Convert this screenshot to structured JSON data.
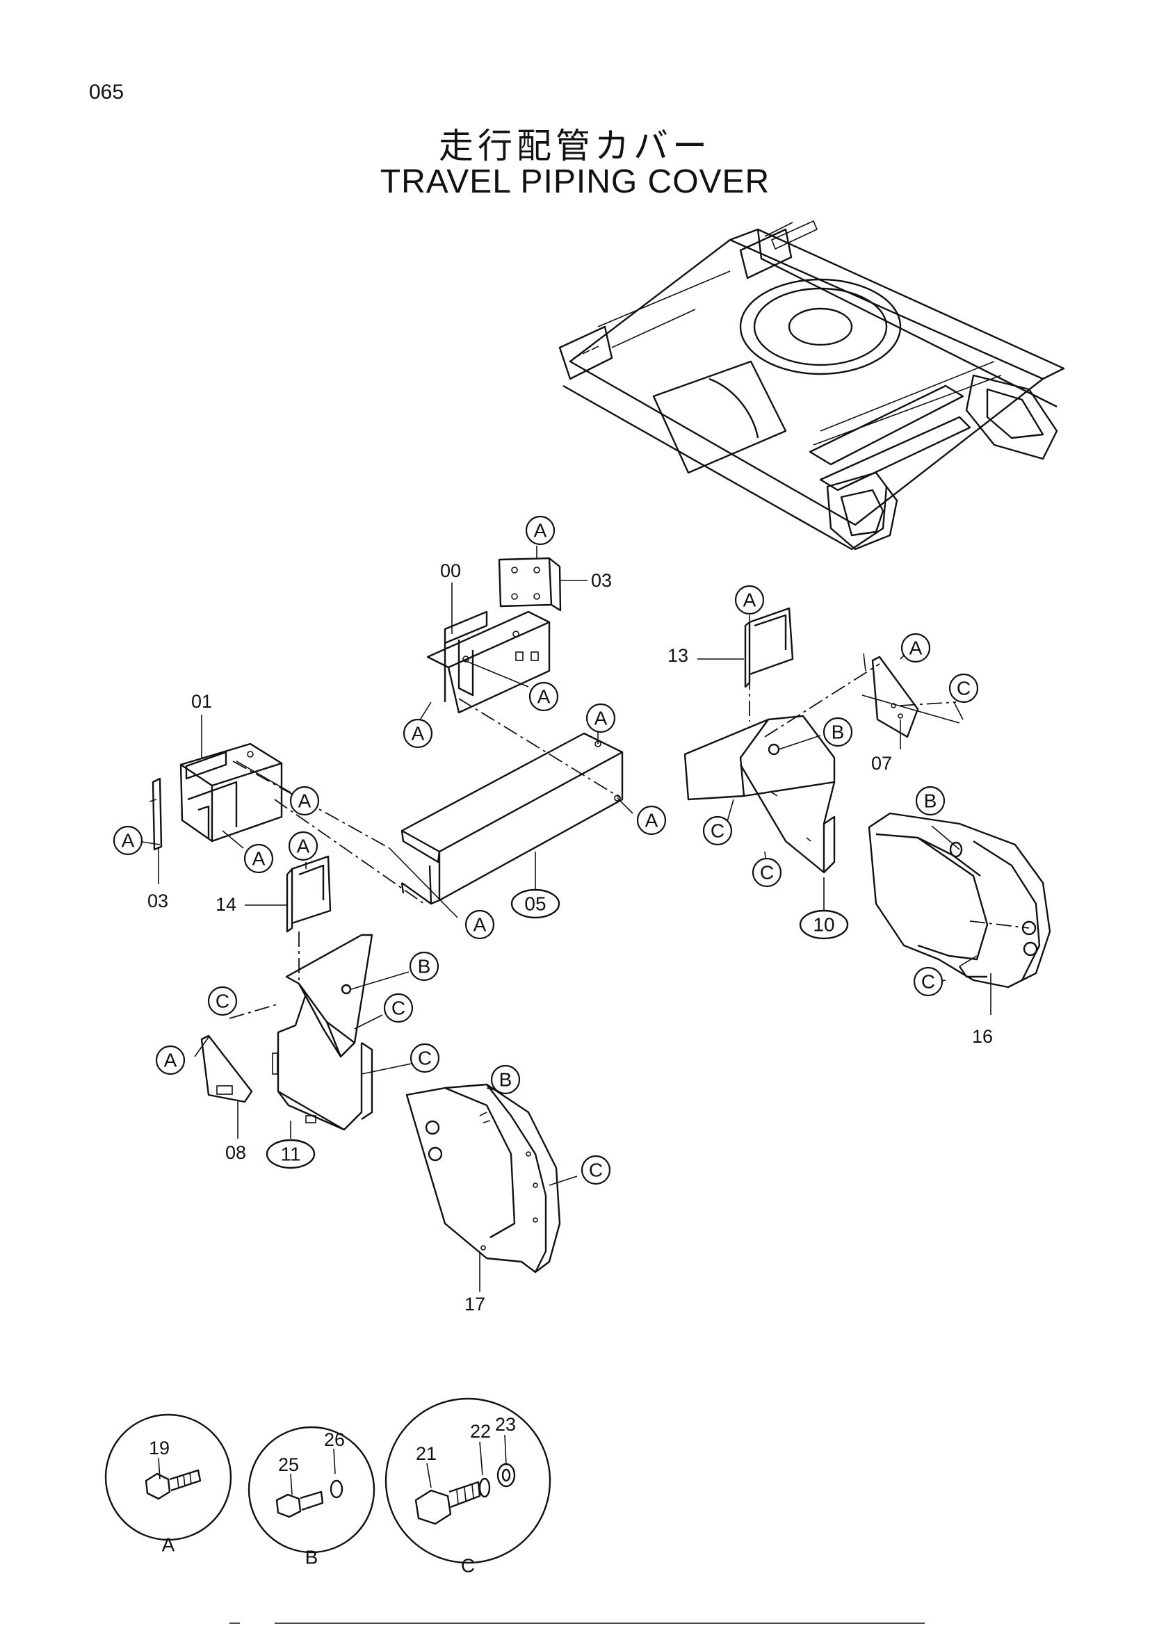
{
  "page_number": "065",
  "title_jp": "走行配管カバー",
  "title_en": "TRAVEL PIPING COVER",
  "part_labels": {
    "p00": "00",
    "p01": "01",
    "p03a": "03",
    "p03b": "03",
    "p05": "05",
    "p07": "07",
    "p08": "08",
    "p10": "10",
    "p11": "11",
    "p13": "13",
    "p14": "14",
    "p16": "16",
    "p17": "17",
    "p19": "19",
    "p21": "21",
    "p22": "22",
    "p23": "23",
    "p25": "25",
    "p26": "26"
  },
  "callouts": {
    "a": "A",
    "b": "B",
    "c": "C"
  },
  "detail_labels": {
    "a": "A",
    "b": "B",
    "c": "C"
  },
  "colors": {
    "line": "#111111",
    "background": "#ffffff"
  }
}
